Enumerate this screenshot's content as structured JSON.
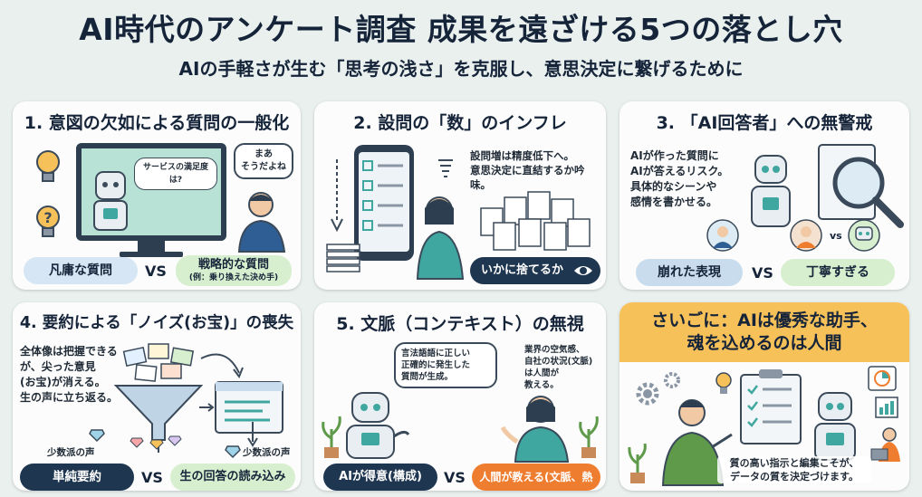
{
  "header": {
    "title": "AI時代のアンケート調査 成果を遠ざける5つの落とし穴",
    "subtitle": "AIの手軽さが生む「思考の浅さ」を克服し、意思決定に繋げるために"
  },
  "cards": [
    {
      "title": "1. 意図の欠如による質問の一般化",
      "screen_text": "サービスの満足度は?",
      "bubble": "まあ\nそうだよね",
      "left_label": "凡庸な質問",
      "vs": "VS",
      "right_label": "戦略的な質問",
      "right_sub": "(例：乗り換えた決め手)"
    },
    {
      "title": "2. 設問の「数」のインフレ",
      "note": "設問増は精度低下へ。\n意思決定に直結するか吟味。",
      "button": "いかに捨てるか"
    },
    {
      "title": "3. 「AI回答者」への無警戒",
      "note": "AIが作った質問に\nAIが答えるリスク。\n具体的なシーンや\n感情を書かせる。",
      "vs_small": "vs",
      "left_label": "崩れた表現",
      "vs": "VS",
      "right_label": "丁寧すぎる"
    },
    {
      "title": "4. 要約による「ノイズ(お宝)」の喪失",
      "note": "全体像は把握できる\nが、尖った意見\n(お宝)が消える。\n生の声に立ち返る。",
      "left_tag": "少数派の声",
      "right_tag": "少数派の声",
      "left_label": "単純要約",
      "vs": "VS",
      "right_label": "生の回答の読み込み"
    },
    {
      "title": "5. 文脈（コンテキスト）の無視",
      "bubble_left": "言法語語に正しい\n正確的に発生した\n質問が生成。",
      "bubble_right": "業界の空気感、\n自社の状況(文脈)\nは人間が\n教える。",
      "left_label": "AIが得意(構成)",
      "vs": "VS",
      "right_label": "人間が教える(文脈、熱意)"
    },
    {
      "title_line1": "さいごに：AIは優秀な助手、",
      "title_line2": "魂を込めるのは人間",
      "caption": "質の高い指示と編集こそが、\nデータの質を決定づけます。"
    }
  ],
  "colors": {
    "navy": "#1f3650",
    "orange": "#ef7d2f",
    "banner": "#f7c15a",
    "pill_blue": "#d6e6f4",
    "pill_green": "#d7efce",
    "teal": "#3fa7a0"
  }
}
